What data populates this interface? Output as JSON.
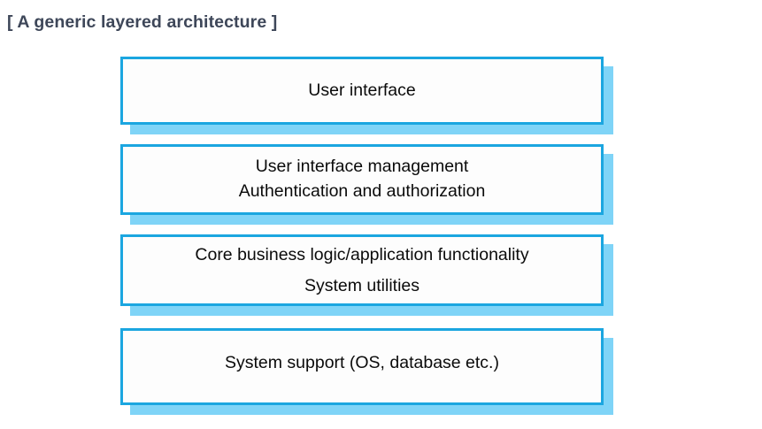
{
  "slide": {
    "title": "[ A generic layered architecture ]",
    "title_color": "#3e4759",
    "background_color": "#ffffff",
    "accent_border_color": "#1ba6e0",
    "accent_shadow_color": "#7fd4f7",
    "card_fill_color": "#fdfdfd",
    "label_color": "#0b0b0b"
  },
  "diagram_data": {
    "type": "layered-architecture",
    "orientation": "vertical-stack",
    "layer_count": 4,
    "layers": [
      {
        "index": 1,
        "name": "presentation-layer",
        "label": "User interface",
        "lines": [
          "User interface"
        ]
      },
      {
        "index": 2,
        "name": "ui-management-layer",
        "label": "User interface management\nAuthentication and authorization",
        "lines": [
          "User interface management",
          "Authentication and authorization"
        ]
      },
      {
        "index": 3,
        "name": "business-logic-layer",
        "label": "Core business logic/application functionality\nSystem utilities",
        "lines": [
          "Core business logic/application functionality",
          "System utilities"
        ]
      },
      {
        "index": 4,
        "name": "system-support-layer",
        "label": "System support (OS, database etc.)",
        "lines": [
          "System support (OS, database etc.)"
        ]
      }
    ]
  }
}
